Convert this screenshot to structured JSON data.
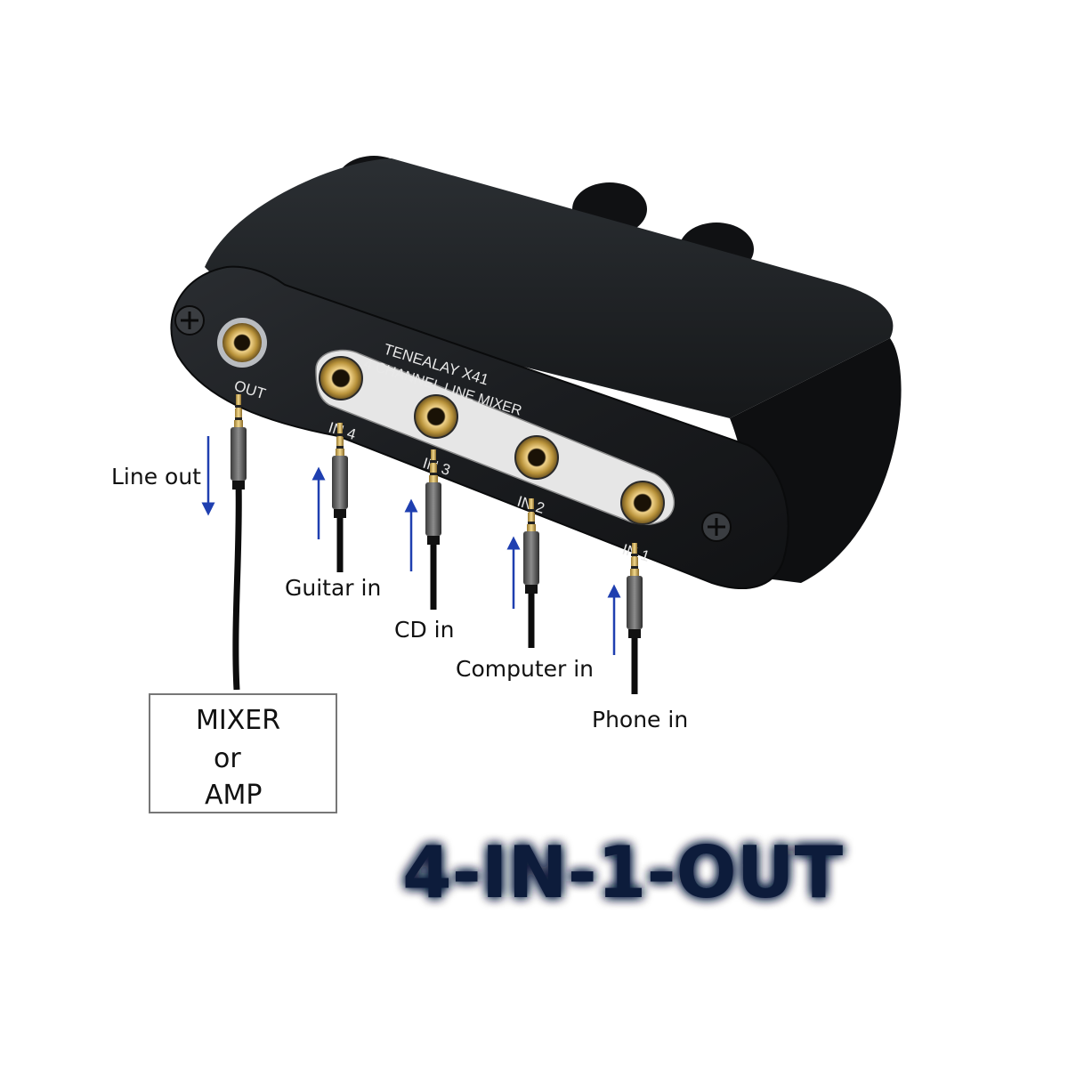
{
  "device": {
    "brand_line": "TENEALAY X41",
    "model_line": "4 CHANNEL LINE MIXER",
    "out_label": "OUT",
    "ports": [
      {
        "label": "IN 4"
      },
      {
        "label": "IN 3"
      },
      {
        "label": "IN 2"
      },
      {
        "label": "IN 1"
      }
    ]
  },
  "annotations": {
    "line_out": "Line out",
    "guitar_in": "Guitar in",
    "cd_in": "CD in",
    "computer_in": "Computer in",
    "phone_in": "Phone in"
  },
  "destination_box": {
    "line1": "MIXER",
    "line2": "or",
    "line3": "AMP"
  },
  "headline": "4-IN-1-OUT",
  "colors": {
    "arrow": "#1f3fb0",
    "device_body": "#1e2124",
    "gold_jack": "#b8923a",
    "headline_glow": "#6cc4ff"
  }
}
